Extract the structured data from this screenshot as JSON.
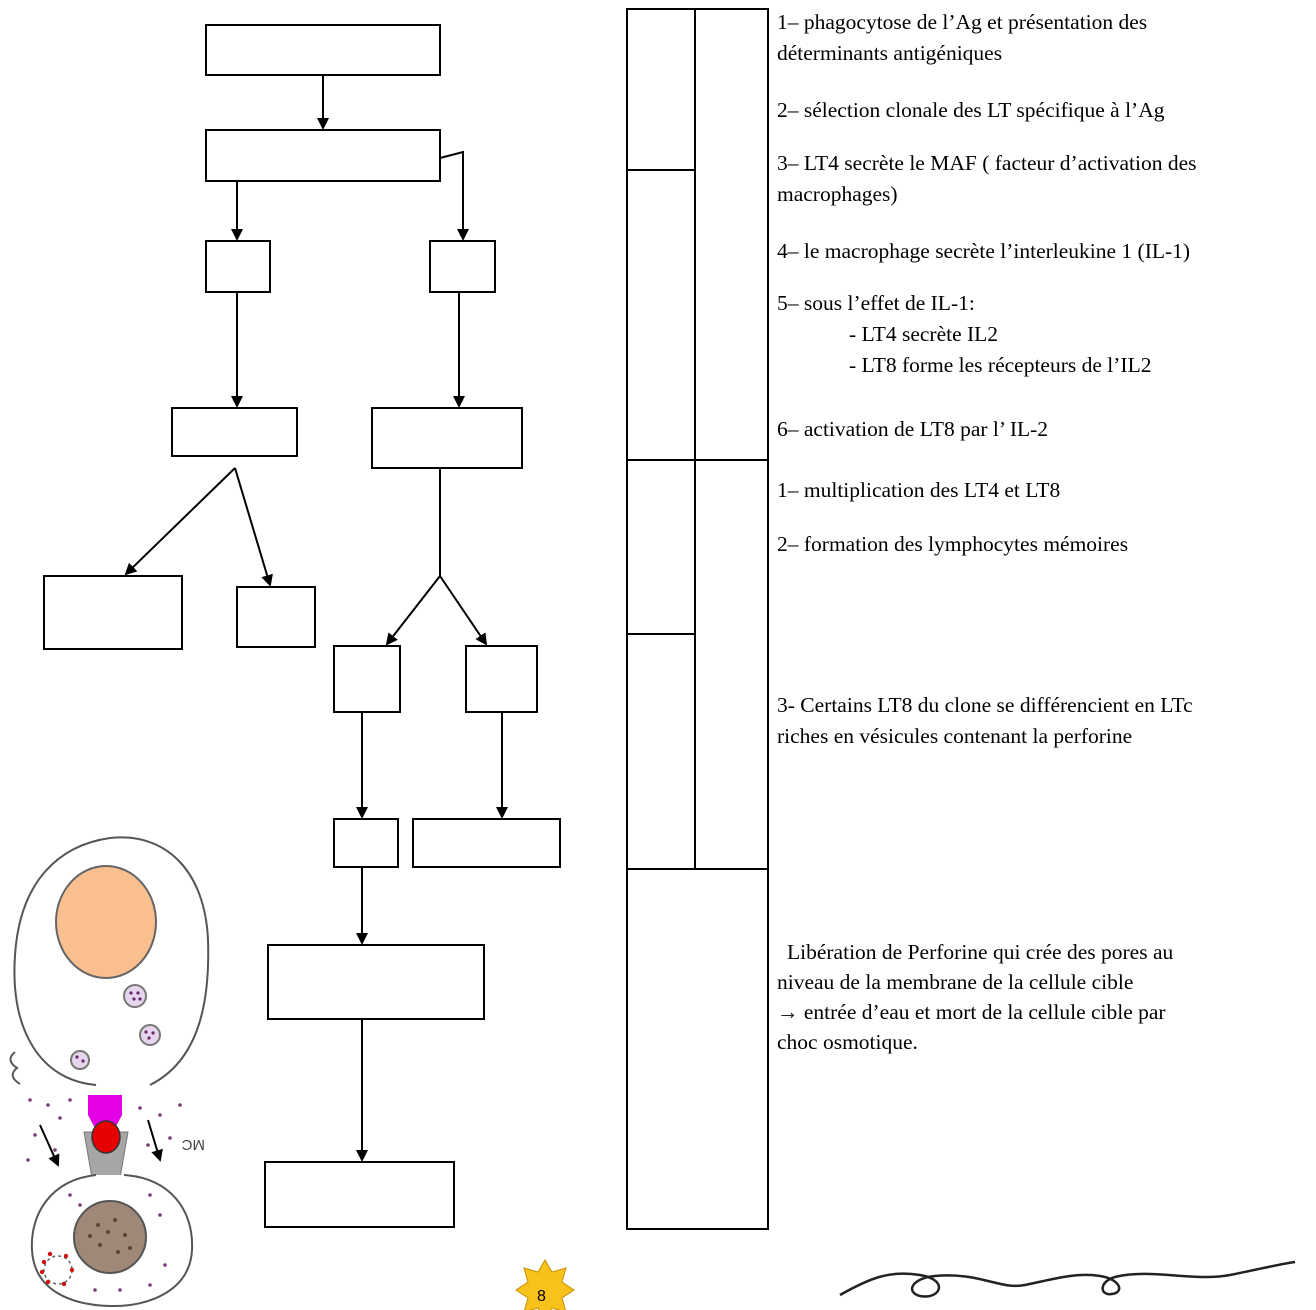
{
  "notes": {
    "t1": "1– phagocytose de l’Ag et présentation des",
    "t1b": "déterminants antigéniques",
    "t2": "2– sélection clonale des LT spécifique à l’Ag",
    "t3": "3– LT4 secrète le MAF ( facteur d’activation des",
    "t3b": "macrophages)",
    "t4": "4– le macrophage secrète l’interleukine 1 (IL-1)",
    "t5": "5– sous l’effet de IL-1:",
    "t5a": "- LT4 secrète IL2",
    "t5b": "- LT8 forme les récepteurs de l’IL2",
    "t6": "6– activation de LT8 par l’ IL-2",
    "m1": "1– multiplication des LT4 et LT8",
    "m2": "2– formation des lymphocytes mémoires",
    "d1": "3- Certains LT8 du clone se différencient en LTc",
    "d1b": "riches en vésicules contenant la perforine",
    "e1": "Libération de Perforine qui crée des pores au",
    "e2": "niveau de la membrane de la cellule cible",
    "e3": "→ entrée d’eau et mort de la cellule cible par",
    "e4": "choc osmotique."
  },
  "page_number": "8",
  "illustration_text": "MC",
  "colors": {
    "nucleus": "#f9bf8f",
    "synapse": "#e400e4",
    "granule": "#e6d5ec",
    "page_badge": "#f9c21b"
  }
}
